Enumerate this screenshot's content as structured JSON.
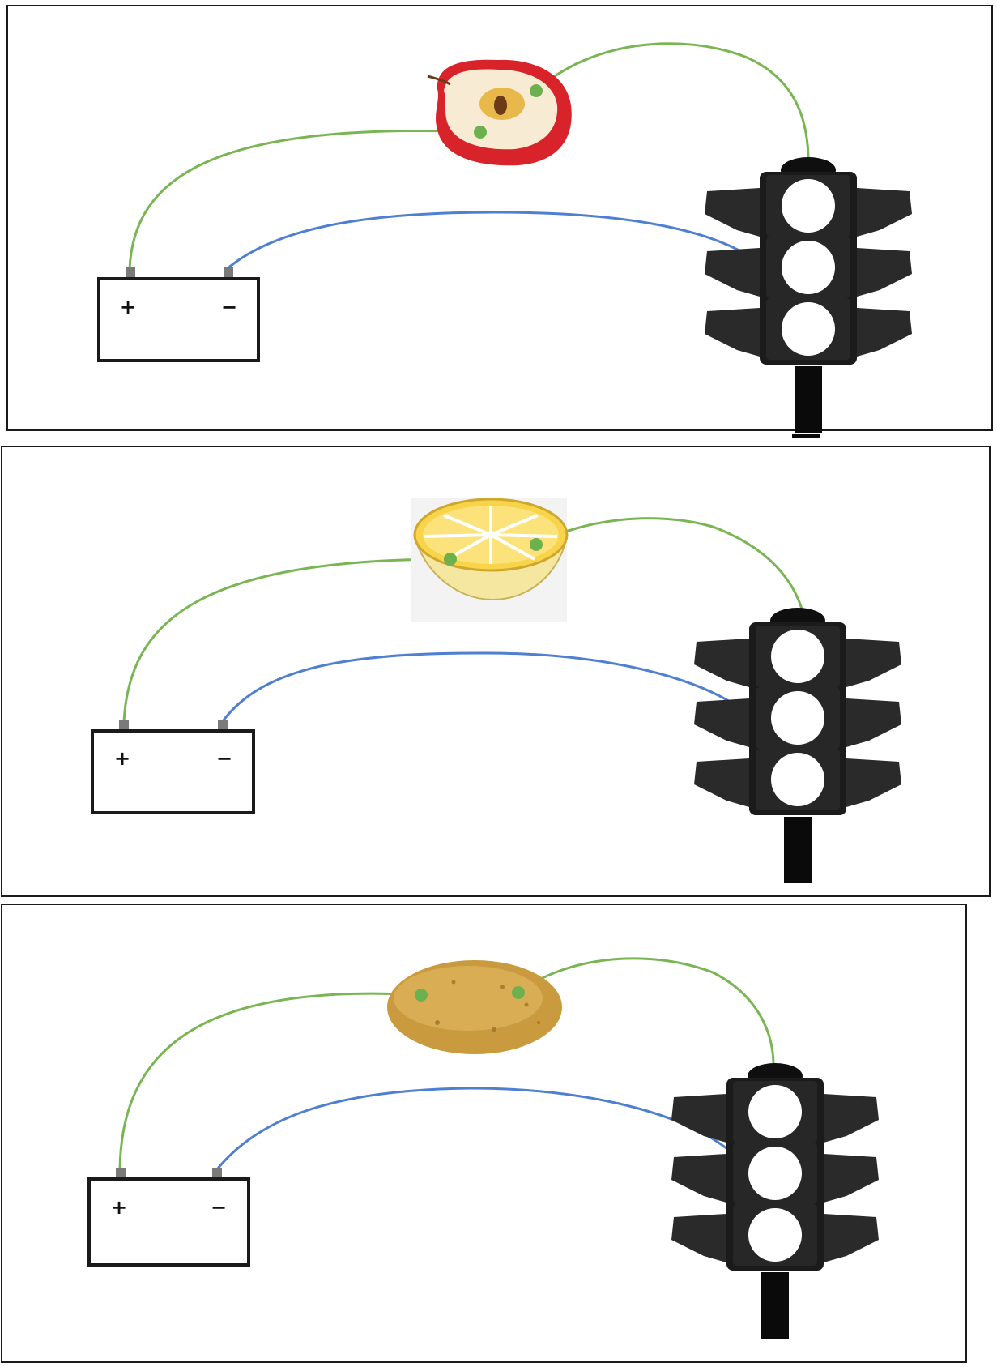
{
  "colors": {
    "positive_wire": "#7ab553",
    "negative_wire": "#4f7fd0",
    "contact": "#6db04e",
    "battery_stroke": "#1a1a1a",
    "terminal": "#7a7a7a",
    "traffic_light_body": "#1b1b1b",
    "lamp": "#ffffff"
  },
  "panels": [
    {
      "produce_icon": "apple-half",
      "battery": {
        "plus_label": "+",
        "minus_label": "−"
      }
    },
    {
      "produce_icon": "lemon-half",
      "battery": {
        "plus_label": "+",
        "minus_label": "−"
      }
    },
    {
      "produce_icon": "potato",
      "battery": {
        "plus_label": "+",
        "minus_label": "−"
      }
    }
  ]
}
